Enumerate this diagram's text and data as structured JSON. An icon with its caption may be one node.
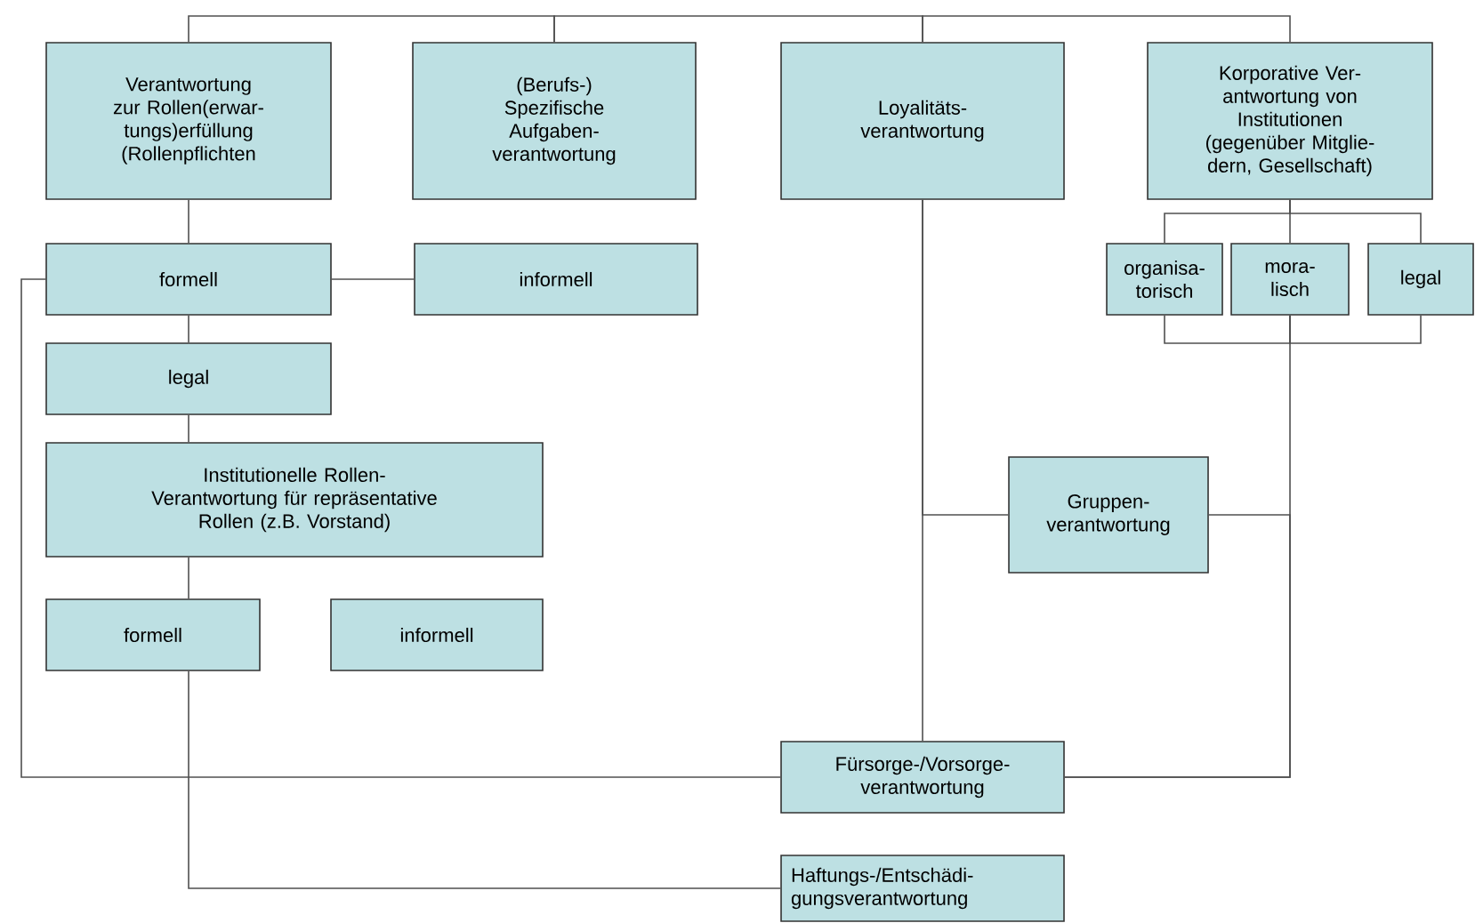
{
  "diagram": {
    "nodes": [
      {
        "text": [
          "Verantwortung zur Rollen(erwar- tungs)erfüllung (Rollenpflichten"
        ]
      },
      {
        "text": [
          "(Berufs-) Spezifische Aufgaben- verantwortung"
        ]
      },
      {
        "text": [
          "Loyalitäts- verantwortung"
        ]
      },
      {
        "text": [
          "Korporative Ver- antwortung von Institutionen (gegenüber Mitglie- dern, Gesellschaft)"
        ]
      },
      {
        "text": [
          "formell"
        ]
      },
      {
        "text": [
          "informell"
        ]
      },
      {
        "text": [
          "organisa- torisch"
        ]
      },
      {
        "text": [
          "mora- lisch"
        ]
      },
      {
        "text": [
          "legal"
        ]
      },
      {
        "text": [
          "legal"
        ]
      },
      {
        "text": [
          "Institutionelle Rollen- Verantwortung für repräsentative Rollen (z.B. Vorstand)"
        ]
      },
      {
        "text": [
          "Gruppen- verantwortung"
        ]
      },
      {
        "text": [
          "formell"
        ]
      },
      {
        "text": [
          "informell"
        ]
      },
      {
        "text": [
          "Fürsorge-/Vorsorge- verantwortung"
        ]
      },
      {
        "text": [
          "Haftungs-/Entschädi- gungsverantwortung"
        ]
      }
    ],
    "edges": [
      {
        "from": 0,
        "to": 1,
        "arrow": "none"
      },
      {
        "from": 1,
        "to": 2,
        "arrow": "none"
      },
      {
        "from": 2,
        "to": 3,
        "arrow": "none"
      },
      {
        "from": 0,
        "to": 4,
        "arrow": "none"
      },
      {
        "from": 4,
        "to": 5,
        "arrow": "none"
      },
      {
        "from": 4,
        "to": 9,
        "arrow": "none"
      },
      {
        "from": 9,
        "to": 10,
        "arrow": "none"
      },
      {
        "from": 10,
        "to": 12,
        "arrow": "none"
      },
      {
        "from": 3,
        "to": 6,
        "arrow": "none"
      },
      {
        "from": 3,
        "to": 7,
        "arrow": "none"
      },
      {
        "from": 3,
        "to": 8,
        "arrow": "none"
      },
      {
        "from": 6,
        "to": 7,
        "arrow": "none"
      },
      {
        "from": 7,
        "to": 14,
        "arrow": "none"
      },
      {
        "from": 8,
        "to": 7,
        "arrow": "none"
      },
      {
        "from": 2,
        "to": 14,
        "arrow": "none"
      },
      {
        "from": 11,
        "to": 2,
        "arrow": "none"
      },
      {
        "from": 11,
        "to": 14,
        "arrow": "none"
      },
      {
        "from": 4,
        "to": 14,
        "arrow": "none"
      },
      {
        "from": 12,
        "to": 15,
        "arrow": "none"
      }
    ]
  }
}
